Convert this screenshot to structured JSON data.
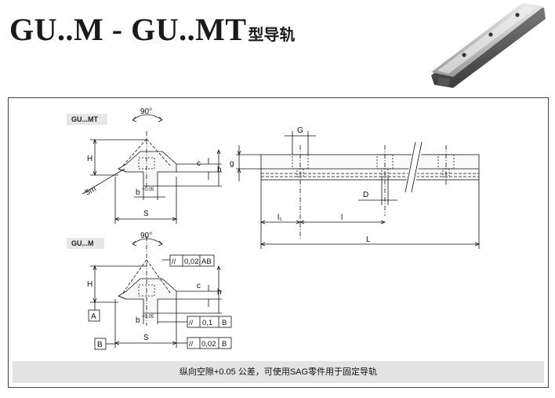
{
  "header": {
    "title_main": "GU..M - GU..MT",
    "title_suffix": "型导轨"
  },
  "labels": {
    "variant_mt": "GU...MT",
    "variant_m": "GU...M",
    "angle_top": "90°",
    "angle_bottom": "90°",
    "dim_H": "H",
    "dim_S": "S",
    "dim_c": "c",
    "dim_h": "h",
    "dim_b": "b",
    "tol_b": "+0.05",
    "dim_5m": "5m",
    "dim_H2": "H",
    "dim_S2": "S",
    "dim_c2": "c",
    "dim_h2": "h",
    "dim_b2": "b",
    "tol_b2": "+0.05",
    "datum_A": "A",
    "datum_B": "B",
    "dim_G": "G",
    "dim_g": "g",
    "dim_D": "D",
    "dim_l1": "l₁",
    "dim_l": "l",
    "dim_L": "L"
  },
  "tolerance_frames": [
    {
      "symbol": "//",
      "value": "0,02",
      "datum": "AB"
    },
    {
      "symbol": "//",
      "value": "0,1",
      "datum": "B"
    },
    {
      "symbol": "//",
      "value": "0,02",
      "datum": "B"
    }
  ],
  "footer": {
    "note": "纵向空隙+0.05 公差，可使用SAG零件用于固定导轨"
  }
}
